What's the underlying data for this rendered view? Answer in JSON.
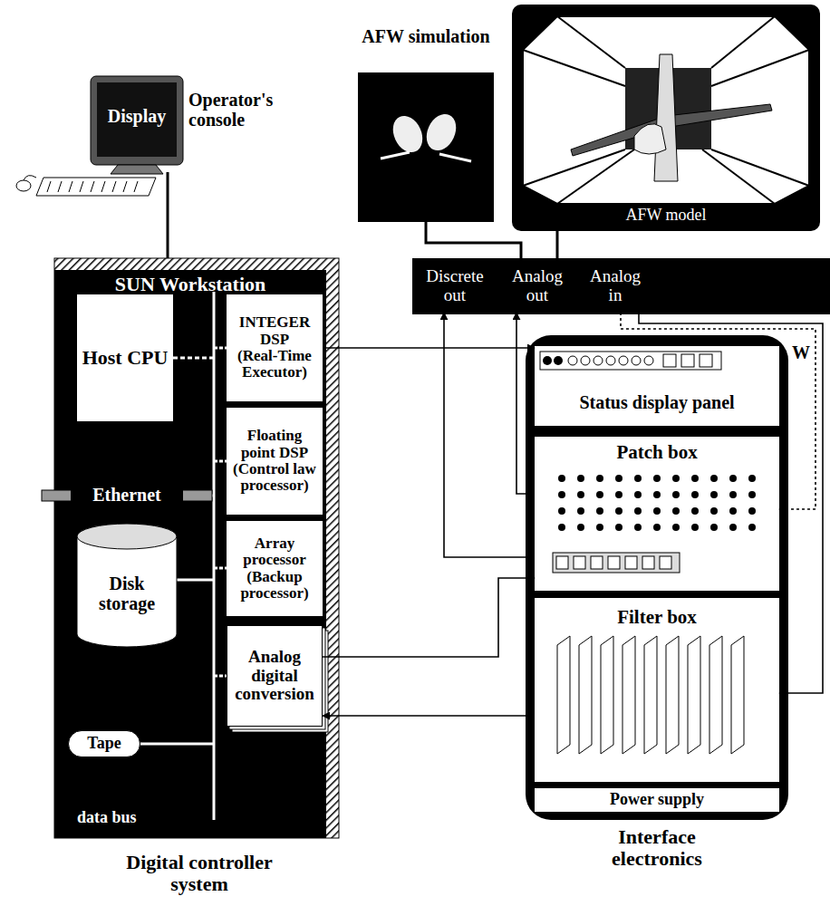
{
  "diagram": {
    "nodes": [
      {
        "text": [
          "Display",
          "Operator's console"
        ]
      },
      {
        "text": [
          "SUN Workstation",
          "Digital controller system"
        ]
      },
      {
        "text": [
          "Host CPU"
        ],
        "in": 1
      },
      {
        "text": [
          "Ethernet"
        ],
        "in": 1
      },
      {
        "text": [
          "Disk storage"
        ],
        "in": 1
      },
      {
        "text": [
          "Tape"
        ],
        "in": 1
      },
      {
        "text": [
          "INTEGER DSP",
          "(Real-Time Executor)"
        ],
        "in": 1
      },
      {
        "text": [
          "Floating point DSP",
          "(Control law processor)"
        ],
        "in": 1
      },
      {
        "text": [
          "Array processor",
          "(Backup processor)"
        ],
        "in": 1
      },
      {
        "text": [
          "Analog digital conversion"
        ],
        "in": 1
      },
      {
        "text": [
          "AFW simulation"
        ]
      },
      {
        "text": [
          "AFW model"
        ]
      },
      {
        "text": [
          "Discrete out"
        ]
      },
      {
        "text": [
          "Analog out"
        ]
      },
      {
        "text": [
          "Analog in"
        ]
      },
      {
        "text": [
          "Interface electronics"
        ]
      },
      {
        "text": [
          "Status display panel"
        ],
        "in": 15
      },
      {
        "text": [
          "Patch box"
        ],
        "in": 15
      },
      {
        "text": [
          "Filter box"
        ],
        "in": 15
      },
      {
        "text": [
          "Power supply"
        ],
        "in": 15
      }
    ],
    "edges": [
      {
        "from": 0,
        "to": 1,
        "arrow": "none"
      },
      {
        "from": 6,
        "to": 16,
        "arrow": "to"
      },
      {
        "from": 17,
        "to": 12,
        "arrow": "to"
      },
      {
        "from": 17,
        "to": 13,
        "arrow": "to"
      },
      {
        "from": 14,
        "to": 18,
        "arrow": "to"
      },
      {
        "from": 14,
        "to": 17,
        "arrow": "to"
      },
      {
        "from": 9,
        "to": 17,
        "arrow": "to"
      },
      {
        "from": 18,
        "to": 9,
        "arrow": "to"
      },
      {
        "from": 10,
        "to": 13,
        "arrow": "none"
      },
      {
        "from": 11,
        "to": 13,
        "arrow": "none"
      }
    ],
    "labels": [
      "data bus",
      "W"
    ]
  }
}
